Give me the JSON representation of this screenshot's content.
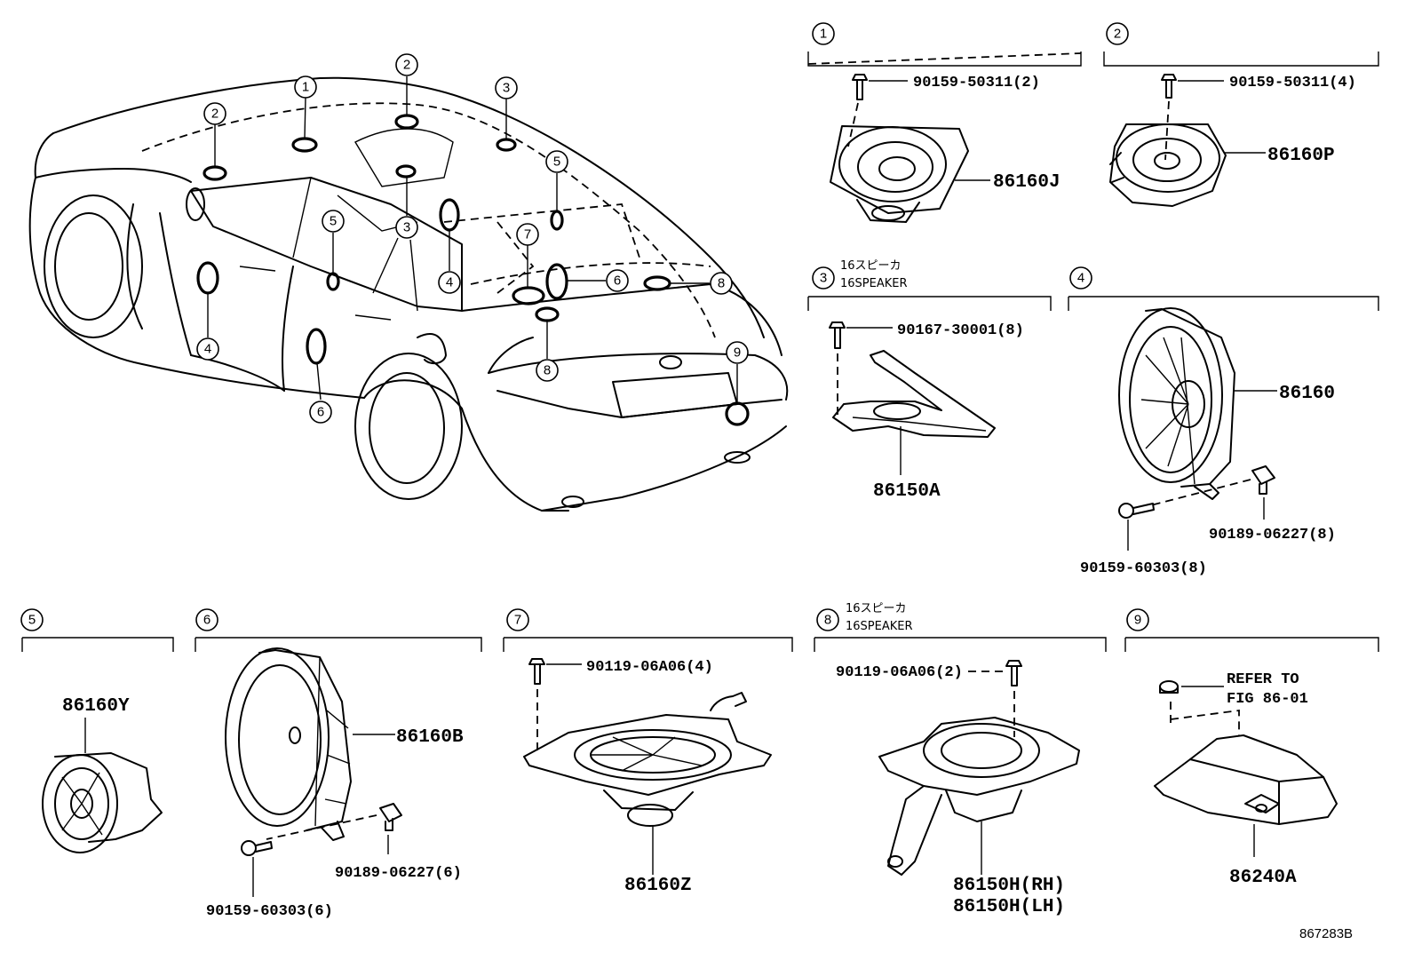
{
  "callouts": [
    "1",
    "2",
    "3",
    "4",
    "5",
    "6",
    "7",
    "8",
    "9"
  ],
  "panels": {
    "p1": {
      "num": "1",
      "screw": "90159-50311(2)",
      "part": "86160J"
    },
    "p2": {
      "num": "2",
      "screw": "90159-50311(4)",
      "part": "86160P"
    },
    "p3": {
      "num": "3",
      "note_jp": "16スピーカ",
      "note_en": "16SPEAKER",
      "screw": "90167-30001(8)",
      "part": "86150A"
    },
    "p4": {
      "num": "4",
      "part": "86160",
      "clip": "90189-06227(8)",
      "screw": "90159-60303(8)"
    },
    "p5": {
      "num": "5",
      "part": "86160Y"
    },
    "p6": {
      "num": "6",
      "part": "86160B",
      "clip": "90189-06227(6)",
      "screw": "90159-60303(6)"
    },
    "p7": {
      "num": "7",
      "screw": "90119-06A06(4)",
      "part": "86160Z"
    },
    "p8": {
      "num": "8",
      "note_jp": "16スピーカ",
      "note_en": "16SPEAKER",
      "screw": "90119-06A06(2)",
      "part_rh": "86150H(RH)",
      "part_lh": "86150H(LH)"
    },
    "p9": {
      "num": "9",
      "refer_1": "REFER TO",
      "refer_2": "FIG 86-01",
      "part": "86240A"
    }
  },
  "figure_code": "867283B"
}
